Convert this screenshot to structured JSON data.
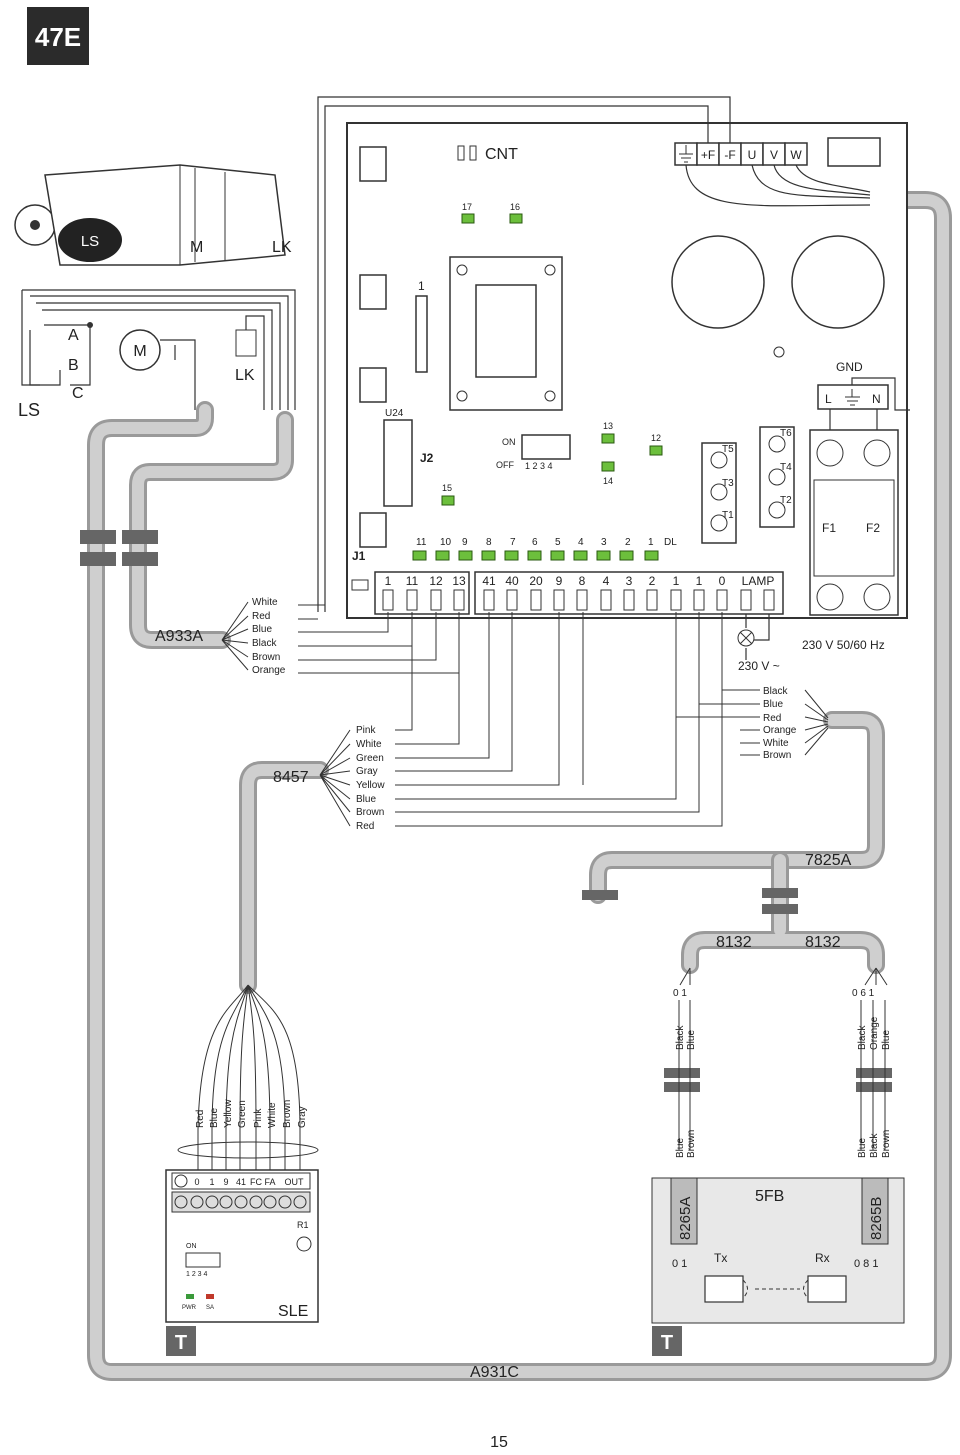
{
  "page_badge": "47E",
  "page_number": "15",
  "motor": {
    "labels": [
      "LS",
      "M",
      "LK"
    ],
    "switch_labels": [
      "A",
      "B",
      "C"
    ],
    "motor_symbol": "M"
  },
  "board": {
    "cnt": "CNT",
    "top_terminals": [
      "+F",
      "-F",
      "U",
      "V",
      "W"
    ],
    "one": "1",
    "u24": "U24",
    "j2": "J2",
    "j1": "J1",
    "dip_on": "ON",
    "dip_off": "OFF",
    "dip_nums": "1 2 3 4",
    "gnd": "GND",
    "l": "L",
    "n": "N",
    "leds": [
      "17",
      "16",
      "13",
      "12",
      "14",
      "15"
    ],
    "trimmers": [
      "T6",
      "T5",
      "T4",
      "T3",
      "T2",
      "T1"
    ],
    "fuses": [
      "F1",
      "F2"
    ],
    "led_row": [
      "11",
      "10",
      "9",
      "8",
      "7",
      "6",
      "5",
      "4",
      "3",
      "2",
      "1",
      "DL"
    ],
    "terminals_left": [
      "1",
      "11",
      "12",
      "13"
    ],
    "terminals_right": [
      "41",
      "40",
      "20",
      "9",
      "8",
      "4",
      "3",
      "2",
      "1",
      "1",
      "0",
      "LAMP"
    ],
    "mains": "230 V 50/60 Hz",
    "lamp_voltage": "230 V ~"
  },
  "cables": {
    "a933a": {
      "name": "A933A",
      "wires": [
        "White",
        "Red",
        "Blue",
        "Black",
        "Brown",
        "Orange"
      ]
    },
    "c8457": {
      "name": "8457",
      "wires": [
        "Pink",
        "White",
        "Green",
        "Gray",
        "Yellow",
        "Blue",
        "Brown",
        "Red"
      ]
    },
    "c7825a": {
      "name": "7825A",
      "wires": [
        "Black",
        "Blue",
        "Red",
        "Orange",
        "White",
        "Brown"
      ]
    },
    "c8132": "8132",
    "a931c": "A931C"
  },
  "sle": {
    "name": "SLE",
    "wires": [
      "Red",
      "Blue",
      "Yellow",
      "Green",
      "Pink",
      "White",
      "Brown",
      "Gray"
    ],
    "terminals": [
      "0",
      "1",
      "9",
      "41",
      "FC",
      "FA",
      "OUT"
    ],
    "r1": "R1",
    "dip_on": "ON",
    "dip_nums": "1 2 3 4",
    "pwr": "PWR",
    "sa": "SA",
    "t": "T"
  },
  "photocell": {
    "name": "5FB",
    "tx_label": "8265A",
    "rx_label": "8265B",
    "tx": "Tx",
    "rx": "Rx",
    "tx_terms": "0 1",
    "rx_terms": "0 8 1",
    "left_top_terms": "0  1",
    "right_top_terms": "0  6  1",
    "left_top_wires": [
      "Black",
      "Blue"
    ],
    "right_top_wires": [
      "Black",
      "Orange",
      "Blue"
    ],
    "left_bottom_wires": [
      "Blue",
      "Brown"
    ],
    "right_bottom_wires": [
      "Blue",
      "Black",
      "Brown"
    ],
    "t": "T"
  }
}
